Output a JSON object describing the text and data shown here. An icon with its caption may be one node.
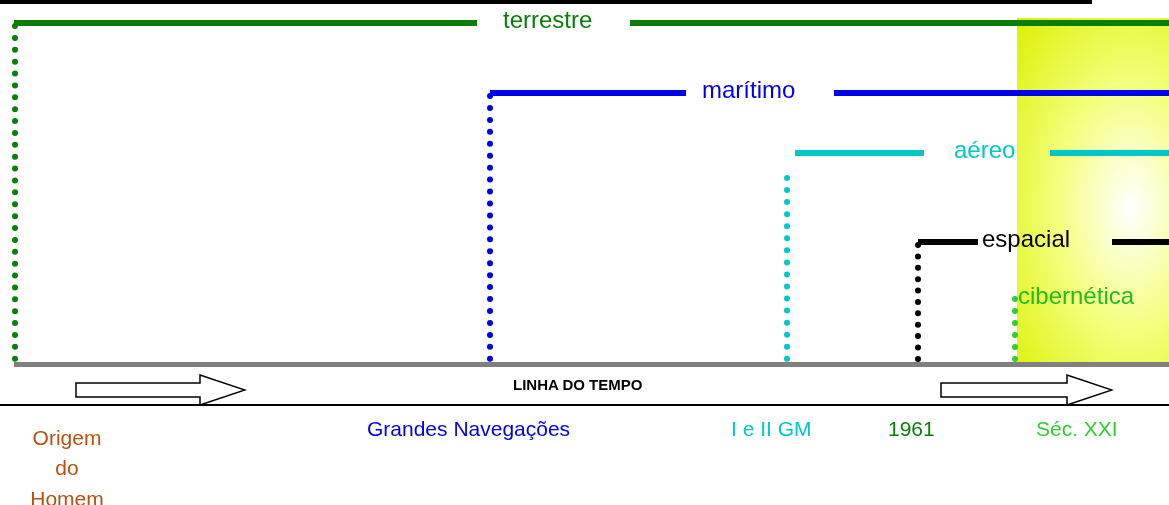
{
  "diagram": {
    "labels": [
      "terrestre",
      "marítimo",
      "aéreo",
      "espacial",
      "cibernética",
      "LINHA DO TEMPO",
      "Origem do Homem",
      "Grandes Navegações",
      "I e II GM",
      "1961",
      "Séc. XXI"
    ]
  }
}
